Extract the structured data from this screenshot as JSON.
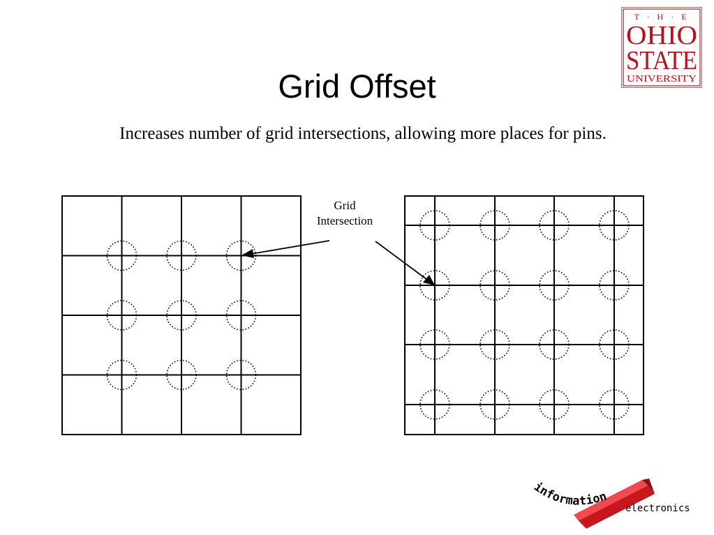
{
  "slide": {
    "title": "Grid Offset",
    "subtitle": "Increases number of grid intersections, allowing more places for pins."
  },
  "diagram": {
    "callout_line1": "Grid",
    "callout_line2": "Intersection",
    "left_grid": {
      "columns": 4,
      "rows": 4,
      "pins_per_row": 3,
      "pin_rows": 3
    },
    "right_grid": {
      "columns": 4,
      "rows": 4,
      "pins_per_row": 4,
      "pin_rows": 4
    }
  },
  "logos": {
    "osu": {
      "line1": "T · H · E",
      "line2": "OHIO",
      "line3": "STATE",
      "line4": "UNIVERSITY",
      "color": "#b5121b"
    },
    "footer": {
      "arc_text": "information",
      "side_text": "electronics",
      "bar_color": "#e0242c"
    }
  }
}
